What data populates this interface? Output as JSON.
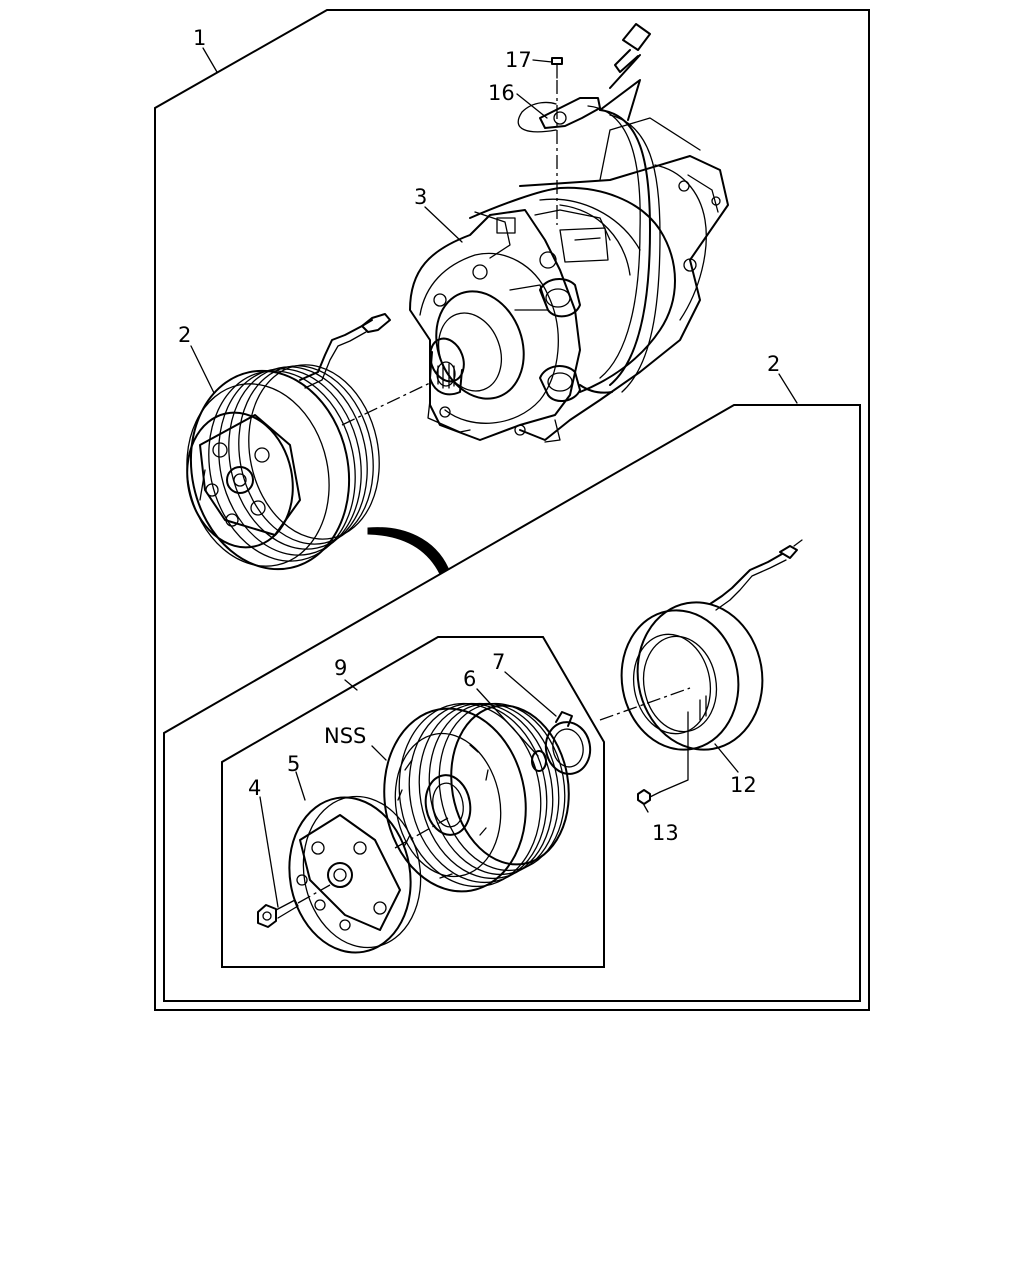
{
  "callouts": {
    "c1": "1",
    "c2_top": "2",
    "c2_inset": "2",
    "c3": "3",
    "c4": "4",
    "c5": "5",
    "c6": "6",
    "c7": "7",
    "c9": "9",
    "c12": "12",
    "c13": "13",
    "c16": "16",
    "c17": "17",
    "nss": "NSS"
  }
}
